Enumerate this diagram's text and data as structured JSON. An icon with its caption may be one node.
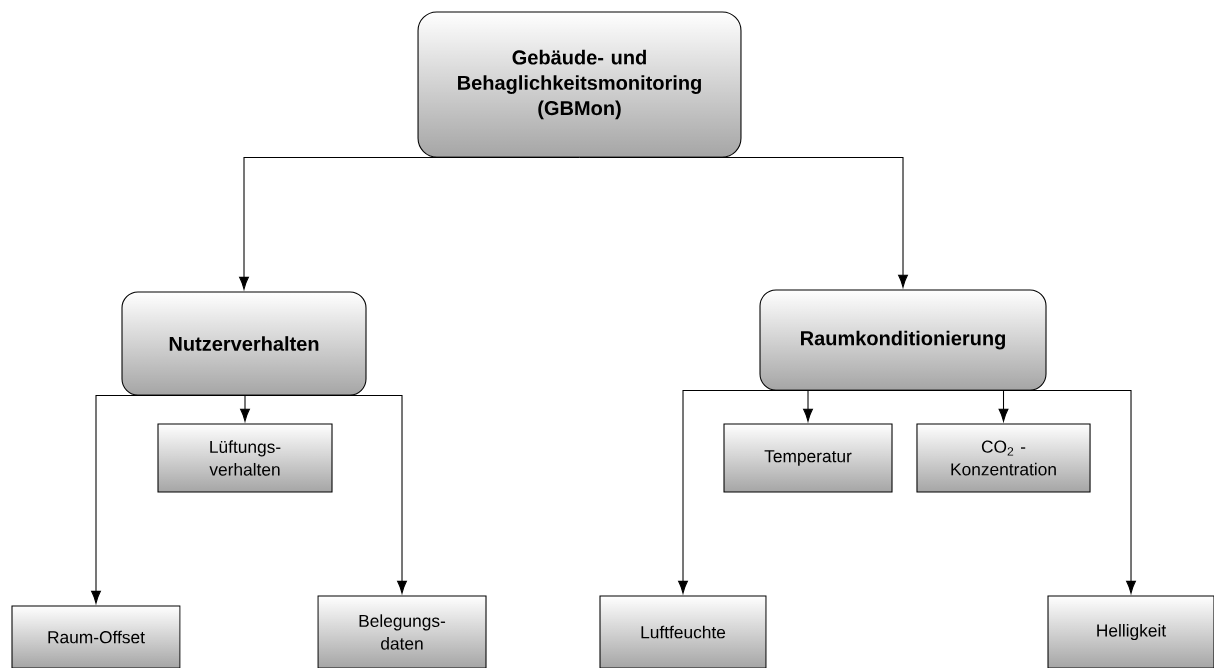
{
  "diagram": {
    "nodes": [
      {
        "text": [
          "Gebäude- und Behaglichkeitsmonitoring (GBMon)"
        ]
      },
      {
        "text": [
          "Nutzerverhalten"
        ]
      },
      {
        "text": [
          "Raumkonditionierung"
        ]
      },
      {
        "text": [
          "Lüftungs- verhalten"
        ]
      },
      {
        "text": [
          "Raum-Offset"
        ]
      },
      {
        "text": [
          "Belegungs- daten"
        ]
      },
      {
        "text": [
          "Temperatur"
        ]
      },
      {
        "text": [
          "CO$_{2}$ - Konzentration"
        ]
      },
      {
        "text": [
          "Luftfeuchte"
        ]
      },
      {
        "text": [
          "Helligkeit"
        ]
      }
    ],
    "edges": [
      {
        "from": 0,
        "to": 1,
        "arrow": "to"
      },
      {
        "from": 0,
        "to": 2,
        "arrow": "to"
      },
      {
        "from": 1,
        "to": 3,
        "arrow": "to"
      },
      {
        "from": 1,
        "to": 4,
        "arrow": "to"
      },
      {
        "from": 1,
        "to": 5,
        "arrow": "to"
      },
      {
        "from": 2,
        "to": 6,
        "arrow": "to"
      },
      {
        "from": 2,
        "to": 7,
        "arrow": "to"
      },
      {
        "from": 2,
        "to": 8,
        "arrow": "to"
      },
      {
        "from": 2,
        "to": 9,
        "arrow": "to"
      }
    ]
  }
}
